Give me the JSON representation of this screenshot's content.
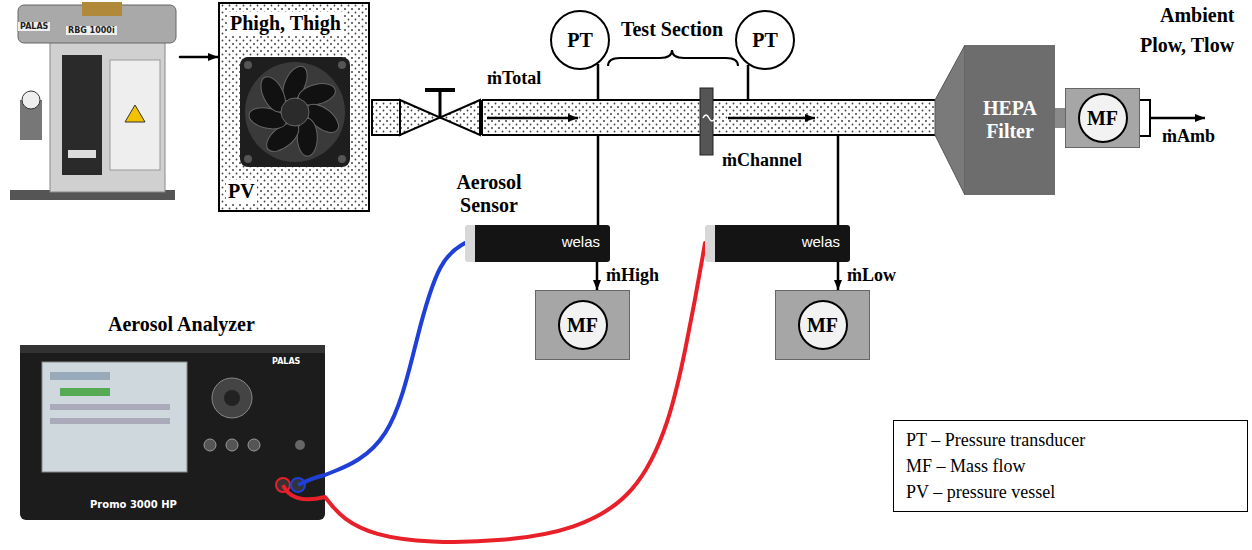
{
  "diagram": {
    "nodes": [
      {
        "text": [
          "PALAS",
          "RBG 1000i"
        ]
      },
      {
        "text": [
          "Phigh, Thigh",
          "PV"
        ]
      },
      {
        "text": [
          "PT"
        ]
      },
      {
        "text": [
          "PT"
        ]
      },
      {
        "text": [
          "HEPA Filter"
        ]
      },
      {
        "text": [
          "MF"
        ]
      },
      {
        "text": [
          "Aerosol Sensor",
          "welas"
        ]
      },
      {
        "text": [
          "welas"
        ]
      },
      {
        "text": [
          "MF"
        ]
      },
      {
        "text": [
          "MF"
        ]
      },
      {
        "text": [
          "Aerosol Analyzer",
          "PALAS",
          "Promo 3000 HP"
        ]
      }
    ],
    "edges": [
      {
        "from": 0,
        "to": 1,
        "arrow": "to"
      },
      {
        "from": 4,
        "to": 5,
        "arrow": "none"
      },
      {
        "from": 10,
        "to": 6,
        "arrow": "none"
      },
      {
        "from": 10,
        "to": 7,
        "arrow": "none"
      },
      {
        "from": 6,
        "to": 8,
        "label": "ṁHigh",
        "arrow": "to"
      },
      {
        "from": 7,
        "to": 9,
        "label": "ṁLow",
        "arrow": "to"
      }
    ],
    "labels": [
      "Test Section",
      "ṁTotal",
      "ṁChannel",
      "Ambient",
      "Plow, Tlow",
      "ṁAmb"
    ],
    "legend": [
      {
        "text": "PT – Pressure transducer"
      },
      {
        "text": "MF – Mass flow"
      },
      {
        "text": "PV – pressure vessel"
      }
    ]
  }
}
